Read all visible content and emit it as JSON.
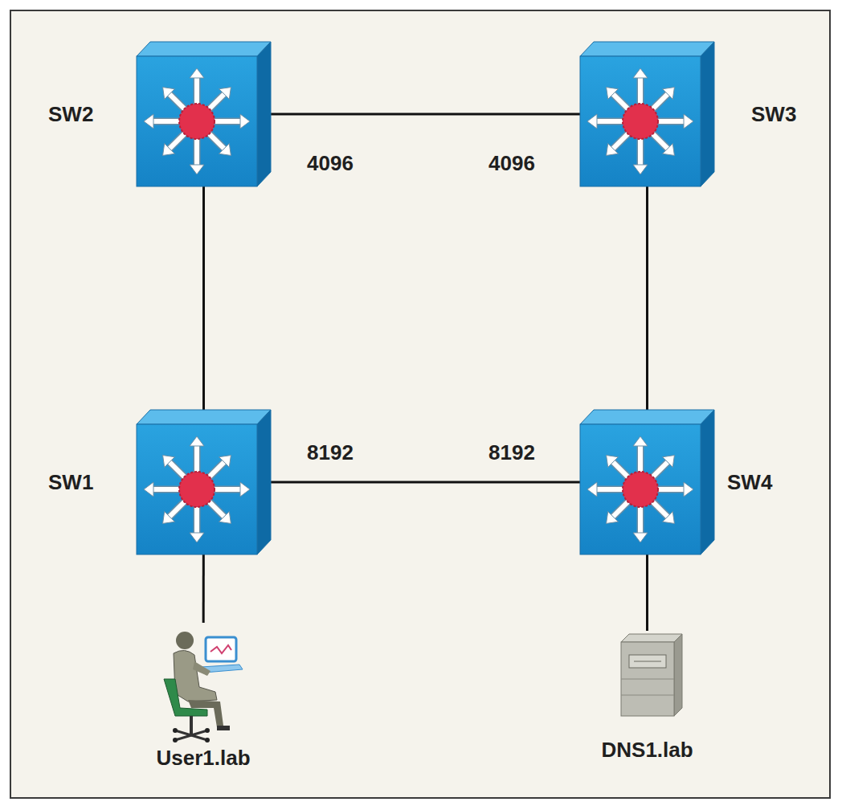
{
  "diagram": {
    "nodes": [
      {
        "text": [
          "SW2"
        ]
      },
      {
        "text": [
          "SW3"
        ]
      },
      {
        "text": [
          "SW1"
        ]
      },
      {
        "text": [
          "SW4"
        ]
      },
      {
        "text": [
          "User1.lab"
        ]
      },
      {
        "text": [
          "DNS1.lab"
        ]
      }
    ],
    "edges": [
      {
        "from": 0,
        "to": 1,
        "arrow": "none"
      },
      {
        "from": 0,
        "to": 2,
        "arrow": "none"
      },
      {
        "from": 1,
        "to": 3,
        "arrow": "none"
      },
      {
        "from": 2,
        "to": 3,
        "arrow": "none"
      },
      {
        "from": 2,
        "to": 4,
        "arrow": "none"
      },
      {
        "from": 3,
        "to": 5,
        "arrow": "none"
      }
    ],
    "labels": [
      "4096",
      "4096",
      "8192",
      "8192"
    ]
  }
}
